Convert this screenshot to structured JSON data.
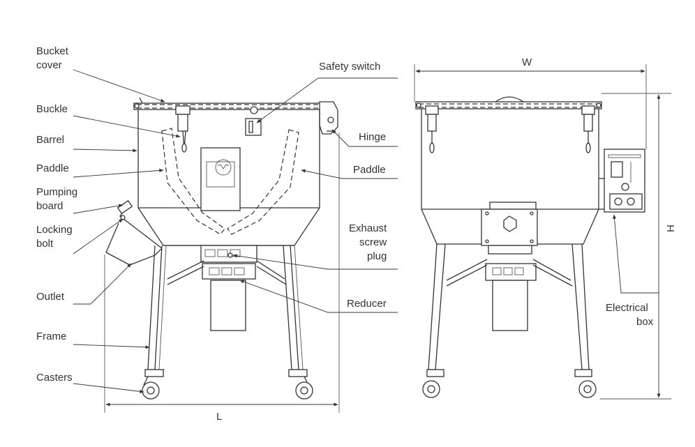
{
  "diagram": {
    "labels": {
      "bucket_cover_1": "Bucket",
      "bucket_cover_2": "cover",
      "buckle": "Buckle",
      "barrel": "Barrel",
      "paddle_left": "Paddle",
      "pumping_board_1": "Pumping",
      "pumping_board_2": "board",
      "locking_bolt_1": "Locking",
      "locking_bolt_2": "bolt",
      "outlet": "Outlet",
      "frame": "Frame",
      "casters": "Casters",
      "safety_switch": "Safety switch",
      "hinge": "Hinge",
      "paddle_right": "Paddle",
      "exhaust_screw_plug_1": "Exhaust",
      "exhaust_screw_plug_2": "screw",
      "exhaust_screw_plug_3": "plug",
      "reducer": "Reducer",
      "electrical_box_1": "Electrical",
      "electrical_box_2": "box"
    },
    "dimensions": {
      "length": "L",
      "width": "W",
      "height": "H"
    }
  }
}
